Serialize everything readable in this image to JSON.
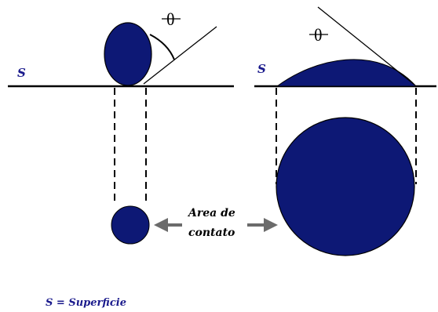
{
  "labels": {
    "surface_left": "S",
    "surface_right": "S",
    "theta_left": "θ",
    "theta_right": "θ",
    "area_line1": "Area de",
    "area_line2": "contato",
    "legend": "S = Superficie"
  },
  "colors": {
    "drop_fill": "#0d1875",
    "drop_stroke": "#000000",
    "line": "#000000",
    "arrow": "#6b6b6b",
    "label_blue": "#1a1a8c"
  },
  "icons": {
    "left_arrow": "arrow-left-icon",
    "right_arrow": "arrow-right-icon"
  }
}
